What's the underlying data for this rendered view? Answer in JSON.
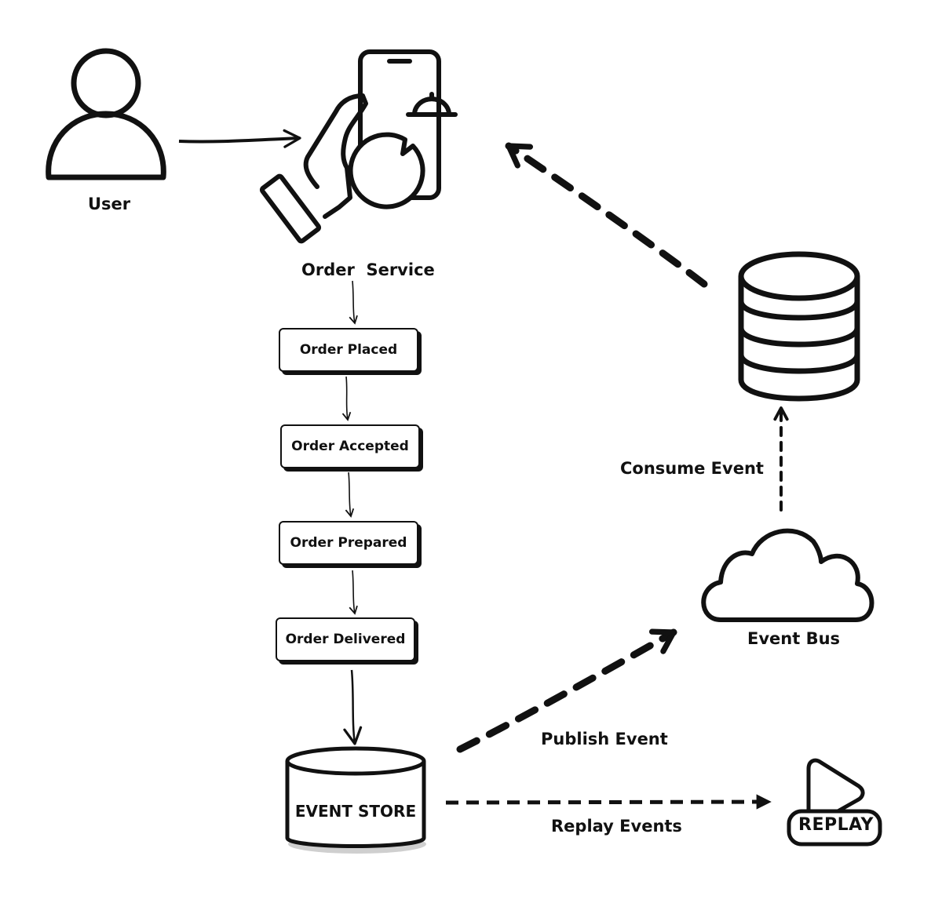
{
  "nodes": {
    "user": "User",
    "order_service": "Order  Service",
    "event_bus": "Event Bus",
    "event_store": "EVENT STORE",
    "replay": "REPLAY"
  },
  "steps": [
    "Order Placed",
    "Order Accepted",
    "Order Prepared",
    "Order Delivered"
  ],
  "edges": {
    "publish": "Publish Event",
    "consume": "Consume Event",
    "replay": "Replay Events"
  },
  "icons": [
    "user-icon",
    "phone-order-icon",
    "database-icon",
    "cloud-icon",
    "event-store-icon",
    "replay-icon"
  ]
}
